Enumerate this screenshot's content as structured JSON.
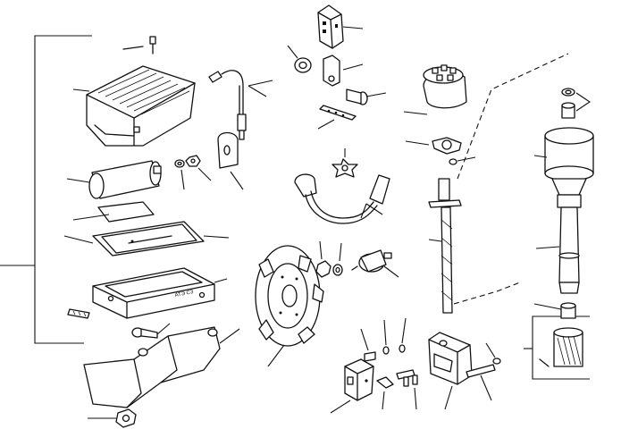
{
  "diagram": {
    "plate_text": "АТЭ СЗ",
    "parts": [
      "screw",
      "ignition-unit-housing",
      "ignition-cable",
      "washer",
      "contact-plate",
      "shaft-clip",
      "distributor-cap",
      "ignition-coil",
      "mounting-clamp",
      "gasket",
      "spring-clip",
      "rotor",
      "shaft-screw",
      "washer-small",
      "nut-small",
      "bracket",
      "high-voltage-cable",
      "distributor-shaft",
      "sensor-star",
      "electronic-unit",
      "bushing",
      "distributor-housing",
      "cable-tie",
      "contact-bracket",
      "bolt",
      "mounting-base",
      "flywheel-disc",
      "nut-and-washer",
      "oil-pressure-sensor",
      "gear",
      "nut-large",
      "stud",
      "commutator",
      "clip",
      "screw-pair",
      "sensor-housing",
      "stud-small",
      "washer-tiny",
      "pin"
    ]
  }
}
